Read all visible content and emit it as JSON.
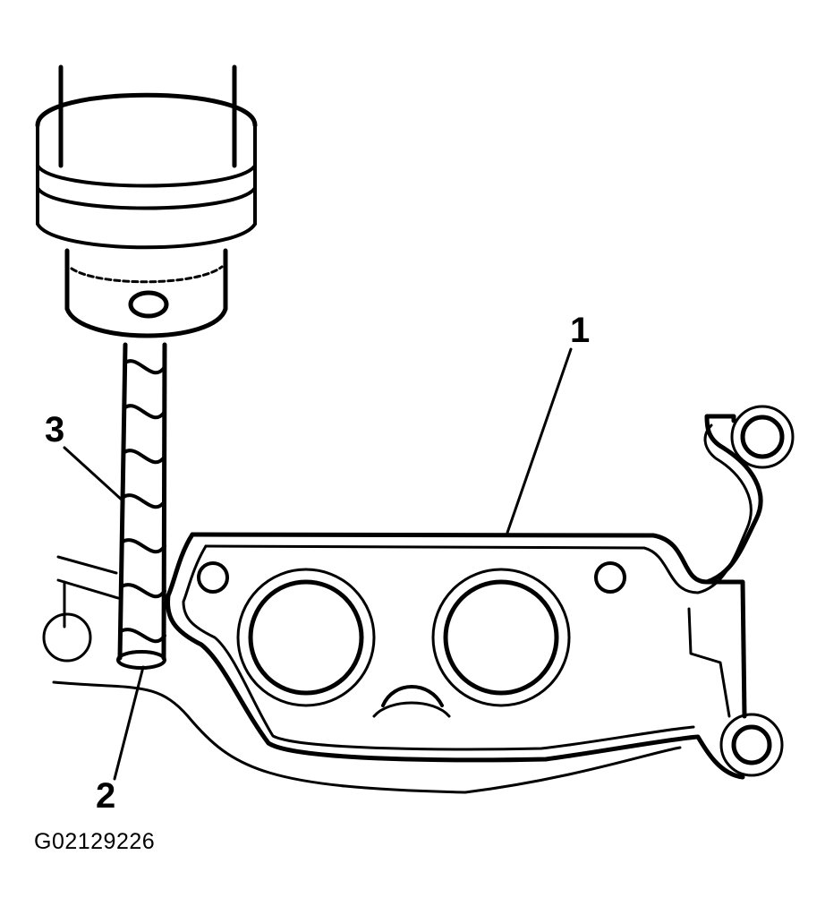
{
  "callouts": {
    "label_1": "1",
    "label_2": "2",
    "label_3": "3"
  },
  "figure_id": "G02129226",
  "colors": {
    "ink": "#000000",
    "background": "#ffffff"
  }
}
